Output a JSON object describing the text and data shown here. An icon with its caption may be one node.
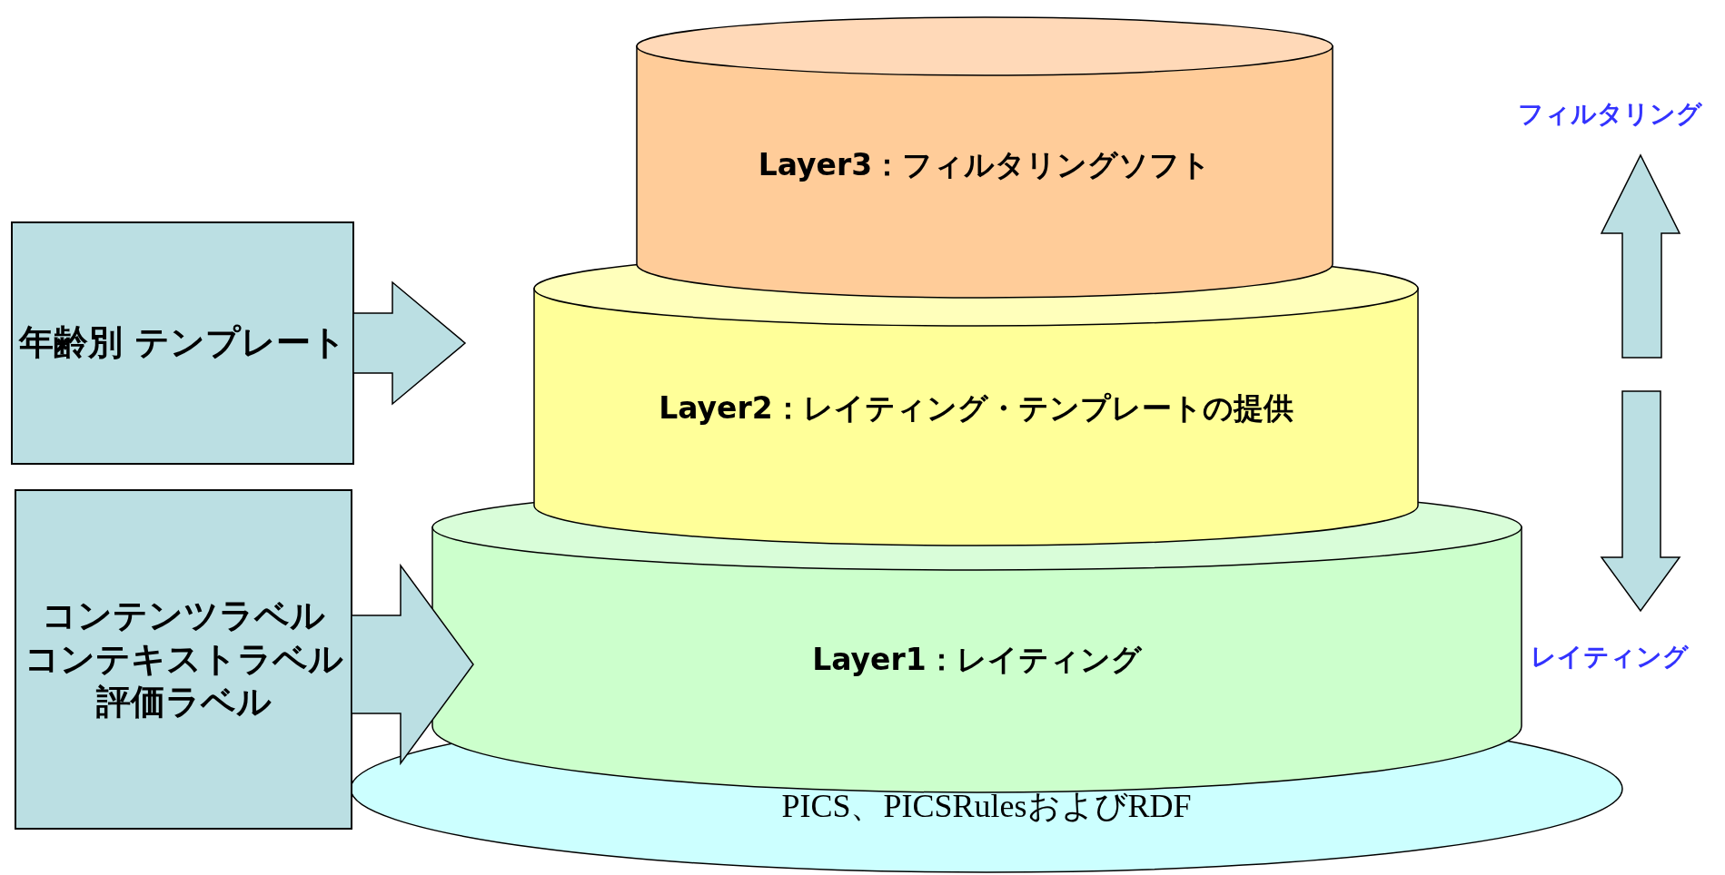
{
  "diagram": {
    "nodes": [
      {
        "text": [
          "PICS、PICSRulesおよびRDF"
        ]
      },
      {
        "text": [
          "Layer1：レイティング"
        ]
      },
      {
        "text": [
          "Layer2：レイティング・テンプレートの提供"
        ]
      },
      {
        "text": [
          "Layer3：フィルタリングソフト"
        ]
      },
      {
        "text": [
          "年齢別 テンプレート"
        ]
      },
      {
        "text": [
          "コンテンツラベル",
          "コンテキストラベル",
          "評価ラベル"
        ]
      }
    ],
    "edges": [
      {
        "from": 4,
        "to": 2,
        "arrow": "to"
      },
      {
        "from": 5,
        "to": 1,
        "arrow": "to"
      }
    ],
    "labels": [
      "フィルタリング",
      "レイティング"
    ]
  }
}
